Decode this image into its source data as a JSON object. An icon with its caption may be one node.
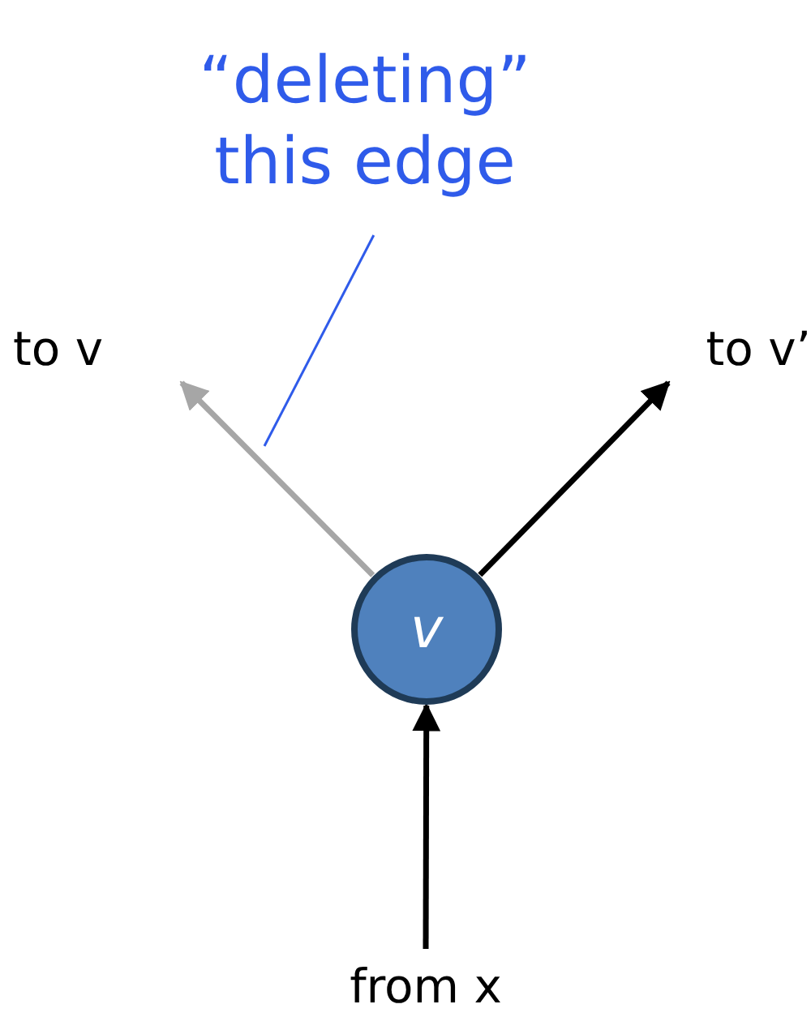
{
  "diagram": {
    "nodes": [
      {
        "text": [
          "“deleting” this edge"
        ]
      },
      {
        "text": [
          "to v"
        ]
      },
      {
        "text": [
          "to v’"
        ]
      },
      {
        "text": [
          "v"
        ]
      },
      {
        "text": [
          "from x"
        ]
      }
    ],
    "edges": [
      {
        "from": 3,
        "to": 1,
        "arrow": "to",
        "color": "#a6a6a6"
      },
      {
        "from": 3,
        "to": 2,
        "arrow": "to"
      },
      {
        "from": 4,
        "to": 3,
        "arrow": "to"
      },
      {
        "from": 0,
        "to": null,
        "arrow": "none",
        "color": "#2f5bea"
      }
    ]
  }
}
